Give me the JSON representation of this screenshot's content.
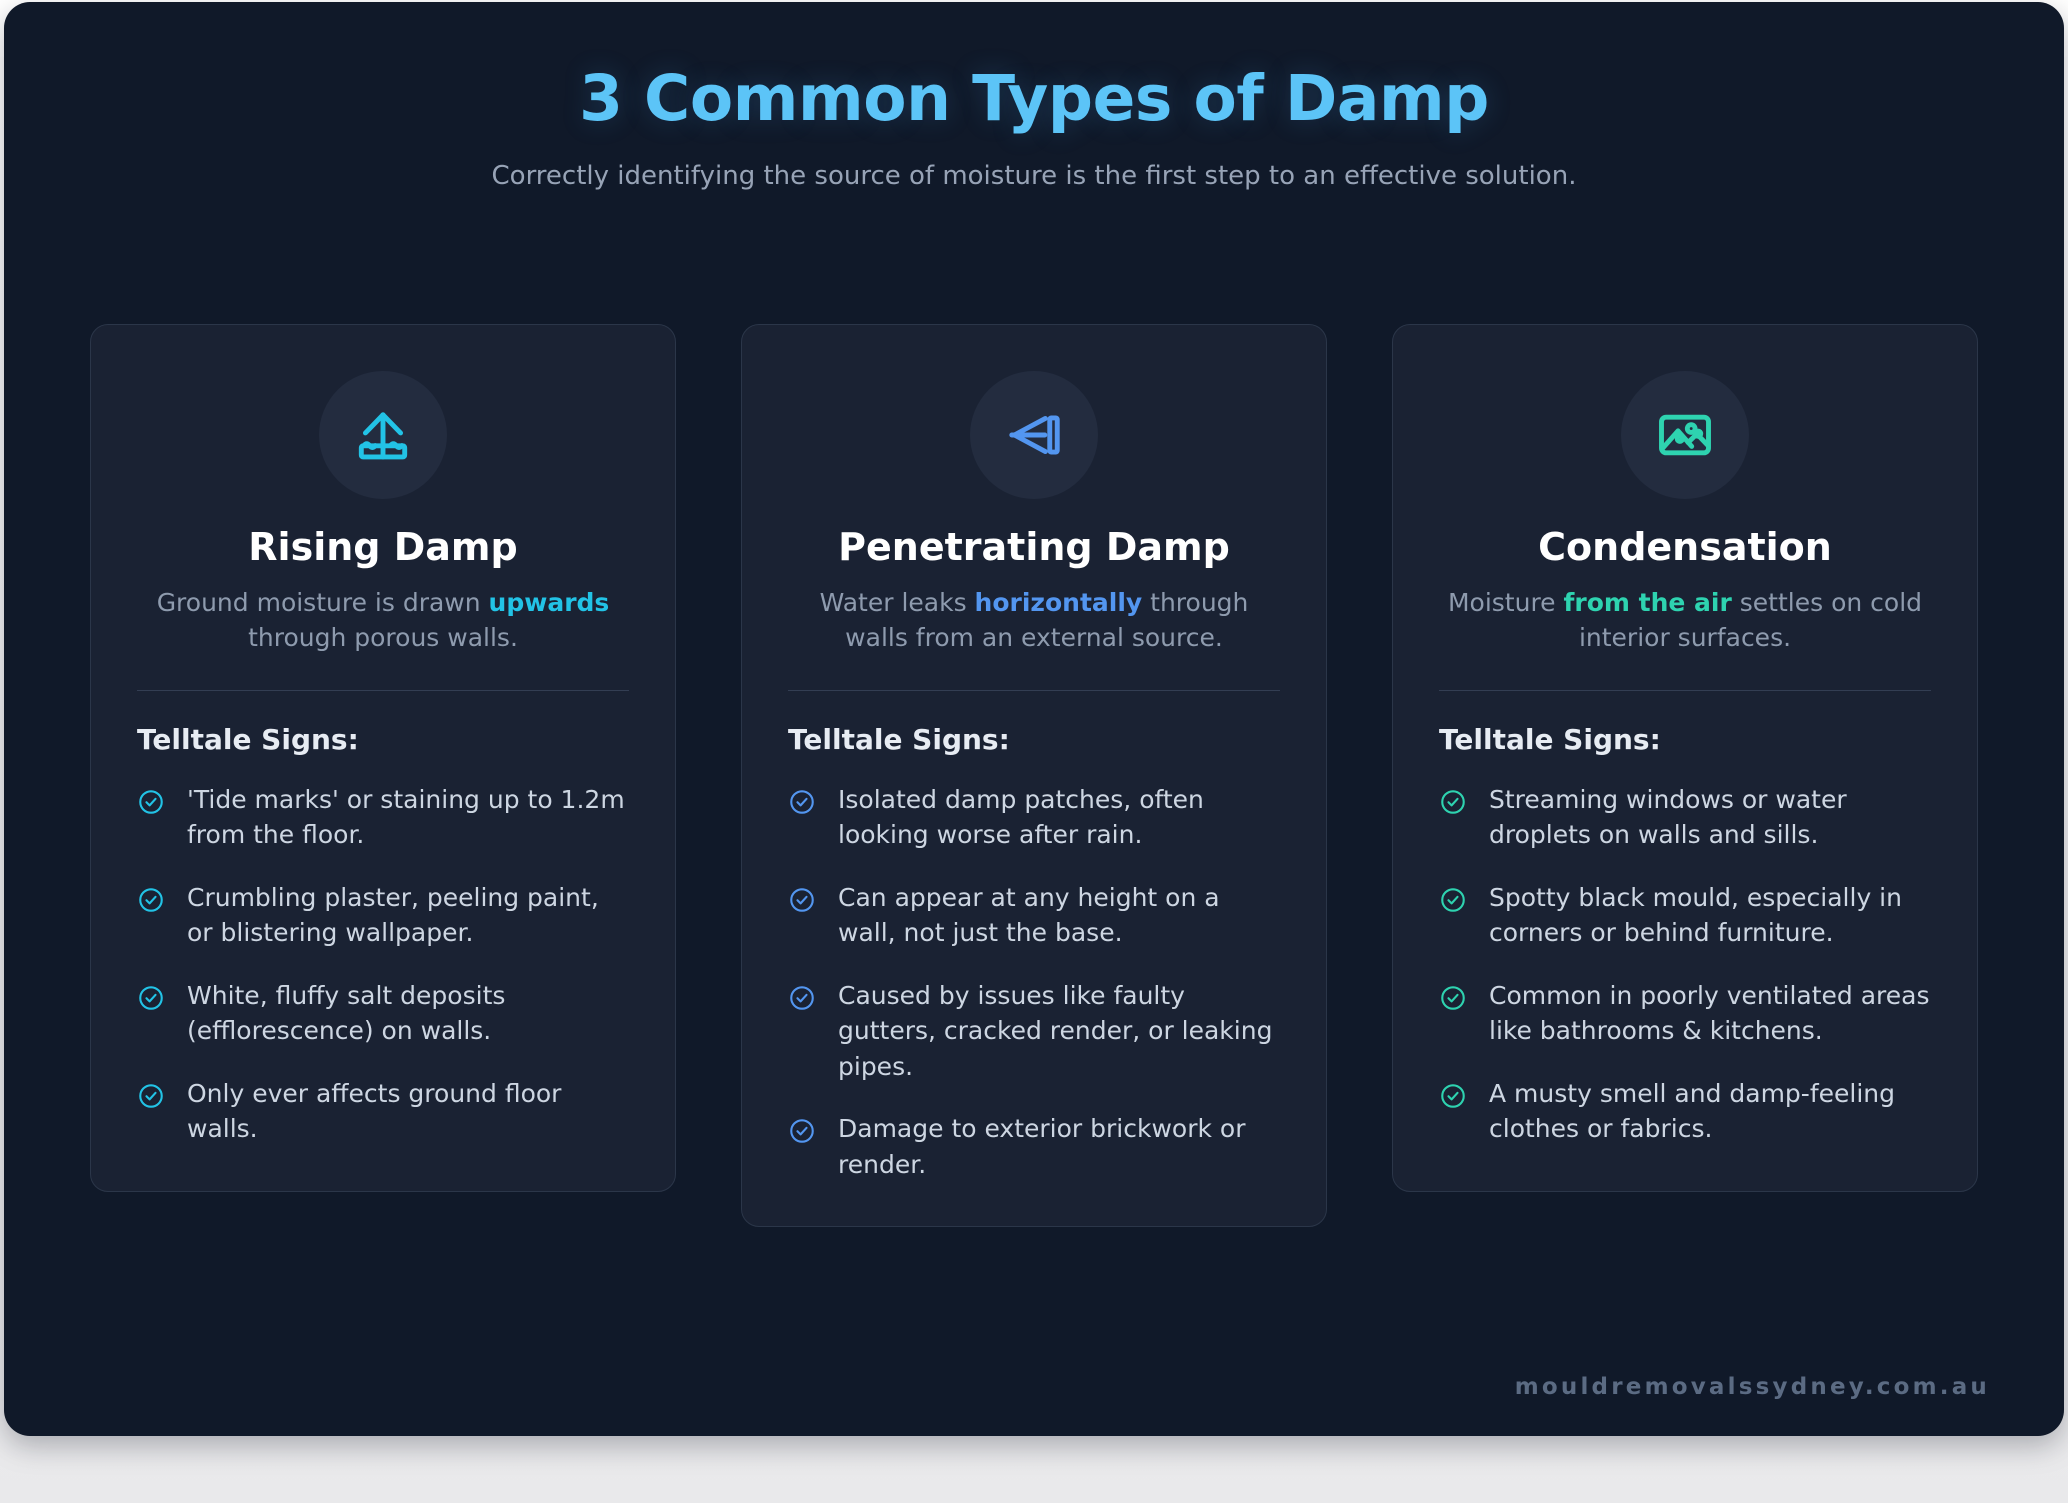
{
  "header": {
    "title": "3 Common Types of Damp",
    "subtitle": "Correctly identifying the source of moisture is the first step to an effective solution.",
    "title_color": "#5cc4f7",
    "subtitle_color": "#97a3b6"
  },
  "page": {
    "background_color": "#101929",
    "card_background_color": "#1a2233",
    "card_border_color": "#2b3649"
  },
  "cards": [
    {
      "icon_name": "rising-damp-icon",
      "accent_color": "#22c3e6",
      "title": "Rising Damp",
      "desc_pre": "Ground moisture is drawn ",
      "desc_highlight": "upwards",
      "desc_post": " through porous walls.",
      "signs_heading": "Telltale Signs:",
      "signs": [
        "'Tide marks' or staining up to 1.2m from the floor.",
        "Crumbling plaster, peeling paint, or blistering wallpaper.",
        "White, fluffy salt deposits (efflorescence) on walls.",
        "Only ever affects ground floor walls."
      ]
    },
    {
      "icon_name": "penetrating-damp-icon",
      "accent_color": "#5396f0",
      "title": "Penetrating Damp",
      "desc_pre": "Water leaks ",
      "desc_highlight": "horizontally",
      "desc_post": " through walls from an external source.",
      "signs_heading": "Telltale Signs:",
      "signs": [
        "Isolated damp patches, often looking worse after rain.",
        "Can appear at any height on a wall, not just the base.",
        "Caused by issues like faulty gutters, cracked render, or leaking pipes.",
        "Damage to exterior brickwork or render."
      ]
    },
    {
      "icon_name": "condensation-icon",
      "accent_color": "#2ed3b0",
      "title": "Condensation",
      "desc_pre": "Moisture ",
      "desc_highlight": "from the air",
      "desc_post": " settles on cold interior surfaces.",
      "signs_heading": "Telltale Signs:",
      "signs": [
        "Streaming windows or water droplets on walls and sills.",
        "Spotty black mould, especially in corners or behind furniture.",
        "Common in poorly ventilated areas like bathrooms & kitchens.",
        "A musty smell and damp-feeling clothes or fabrics."
      ]
    }
  ],
  "footer": {
    "brand": "mouldremovalssydney.com.au"
  }
}
